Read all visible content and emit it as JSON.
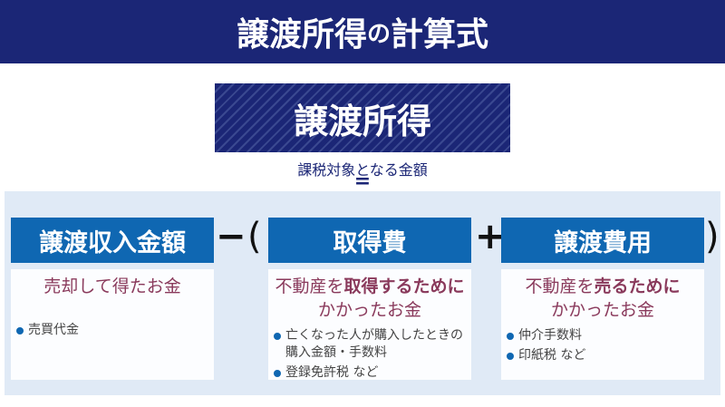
{
  "title": {
    "main": "譲渡所得",
    "particle": "の",
    "rest": "計算式"
  },
  "result": {
    "label": "譲渡所得",
    "subtitle": "課税対象となる金額",
    "equals": "="
  },
  "operators": {
    "minus": "−",
    "open_paren": "(",
    "plus": "+",
    "close_paren": ")"
  },
  "columns": [
    {
      "header": "譲渡収入金額",
      "lead": [
        {
          "text": "売却して得たお金",
          "bold": false
        }
      ],
      "items": [
        "売買代金"
      ]
    },
    {
      "header": "取得費",
      "lead_parts": [
        "不動産を",
        "取得する",
        "ために"
      ],
      "lead_line2": "かかったお金",
      "items": [
        "亡くなった人が購入したときの購入金額・手数料",
        "登録免許税 など"
      ]
    },
    {
      "header": "譲渡費用",
      "lead_parts": [
        "不動産を",
        "売る",
        "ために"
      ],
      "lead_line2": "かかったお金",
      "items": [
        "仲介手数料",
        "印紙税 など"
      ]
    }
  ]
}
